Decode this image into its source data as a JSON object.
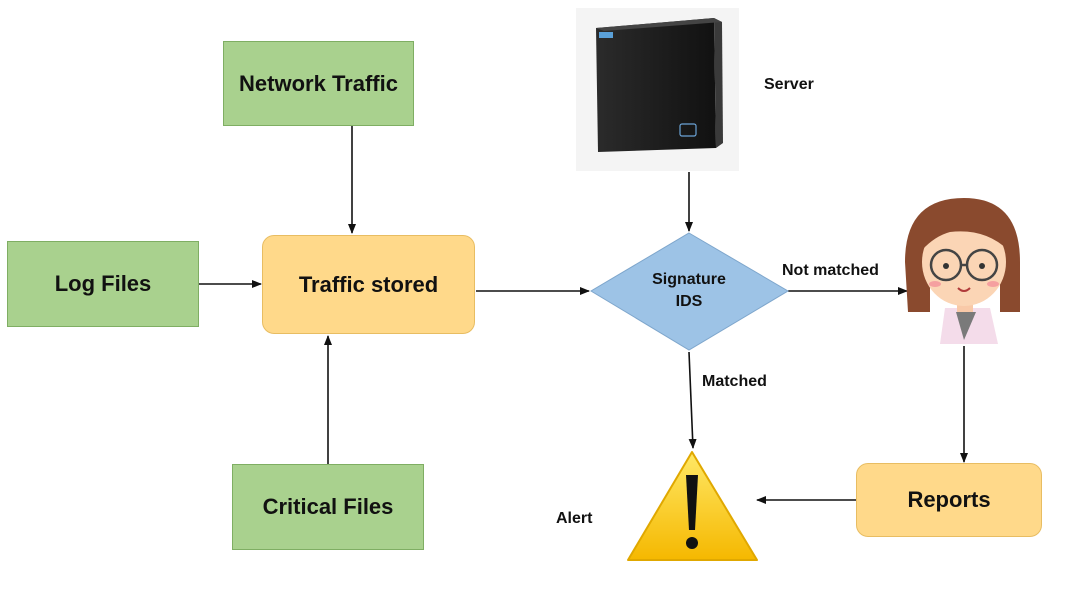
{
  "nodes": {
    "network_traffic": "Network Traffic",
    "log_files": "Log Files",
    "traffic_stored": "Traffic stored",
    "critical_files": "Critical Files",
    "signature_ids_line1": "Signature",
    "signature_ids_line2": "IDS",
    "reports": "Reports"
  },
  "labels": {
    "server": "Server",
    "not_matched": "Not matched",
    "matched": "Matched",
    "alert": "Alert"
  },
  "images": {
    "server_icon": "server-device-icon",
    "analyst_icon": "analyst-avatar-icon",
    "alert_icon": "warning-triangle-icon"
  },
  "colors": {
    "green_box": "#a9d18e",
    "orange_box": "#ffd98a",
    "diamond": "#9dc3e6",
    "arrow": "#111111",
    "warning_yellow": "#ffd000"
  }
}
